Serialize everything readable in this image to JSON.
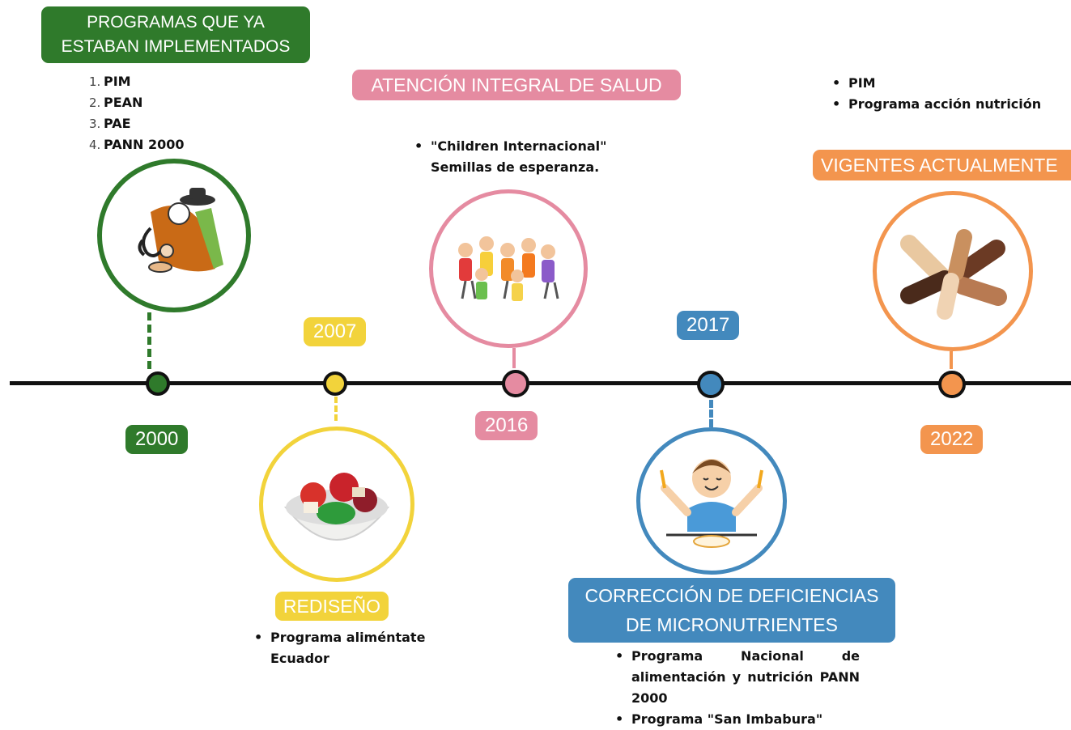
{
  "colors": {
    "green": "#2f7a2b",
    "yellow": "#f2d33b",
    "pink": "#e58ba1",
    "blue": "#4389bd",
    "orange": "#f3954e",
    "line": "#111111"
  },
  "events": [
    {
      "year": "2000",
      "title": "PROGRAMAS QUE YA\nESTABAN IMPLEMENTADOS",
      "items": [
        "PIM",
        "PEAN",
        "PAE",
        "PANN 2000"
      ],
      "icon": "mother-child-icon"
    },
    {
      "year": "2007",
      "title": "REDISEÑO",
      "items": [
        "Programa aliméntate Ecuador"
      ],
      "icon": "food-bowl-icon"
    },
    {
      "year": "2016",
      "title": "ATENCIÓN INTEGRAL DE SALUD",
      "items": [
        "\"Children Internacional\" Semillas de esperanza."
      ],
      "icon": "children-group-icon"
    },
    {
      "year": "2017",
      "title": "CORRECCIÓN DE DEFICIENCIAS\nDE MICRONUTRIENTES",
      "items": [
        "Programa Nacional de alimentación y nutrición PANN 2000",
        "Programa \"San Imbabura\""
      ],
      "icon": "child-eating-icon"
    },
    {
      "year": "2022",
      "title": "VIGENTES ACTUALMENTE",
      "items": [
        "PIM",
        "Programa acción nutrición"
      ],
      "icon": "joined-hands-icon"
    }
  ]
}
